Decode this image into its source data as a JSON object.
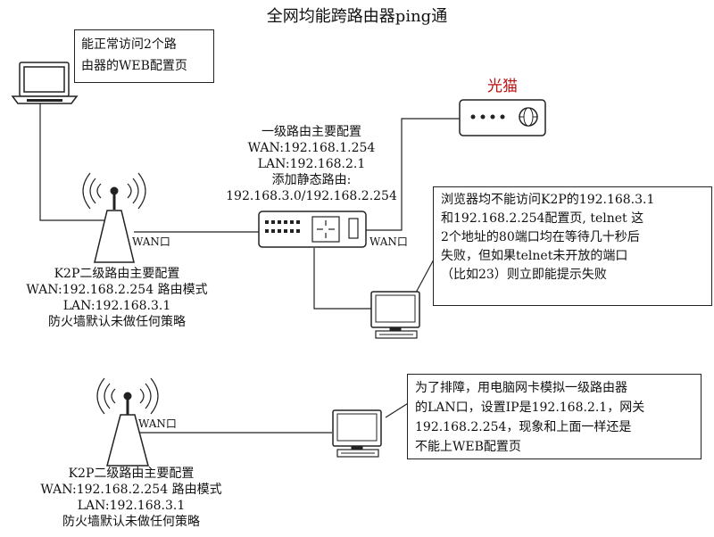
{
  "title": "全网均能跨路由器ping通",
  "modem_label": "光猫",
  "wan_port_label": "WAN口",
  "laptop_note": [
    "能正常访问2个路",
    "由器的WEB配置页"
  ],
  "primary_router": {
    "lines": [
      "一级路由主要配置",
      "WAN:192.168.1.254",
      "LAN:192.168.2.1",
      "添加静态路由:",
      "192.168.3.0/192.168.2.254"
    ]
  },
  "k2p_top": {
    "lines": [
      "K2P二级路由主要配置",
      "WAN:192.168.2.254 路由模式",
      "LAN:192.168.3.1",
      "防火墙默认未做任何策略"
    ]
  },
  "k2p_bottom": {
    "lines": [
      "K2P二级路由主要配置",
      "WAN:192.168.2.254 路由模式",
      "LAN:192.168.3.1",
      "防火墙默认未做任何策略"
    ]
  },
  "callout_top": [
    "浏览器均不能访问K2P的192.168.3.1",
    "和192.168.2.254配置页, telnet 这",
    "2个地址的80端口均在等待几十秒后",
    "失败，但如果telnet未开放的端口",
    "（比如23）则立即能提示失败"
  ],
  "callout_bottom": [
    "为了排障，用电脑网卡模拟一级路由器",
    "的LAN口，设置IP是192.168.2.1，网关",
    "192.168.2.254，现象和上面一样还是",
    "不能上WEB配置页"
  ]
}
